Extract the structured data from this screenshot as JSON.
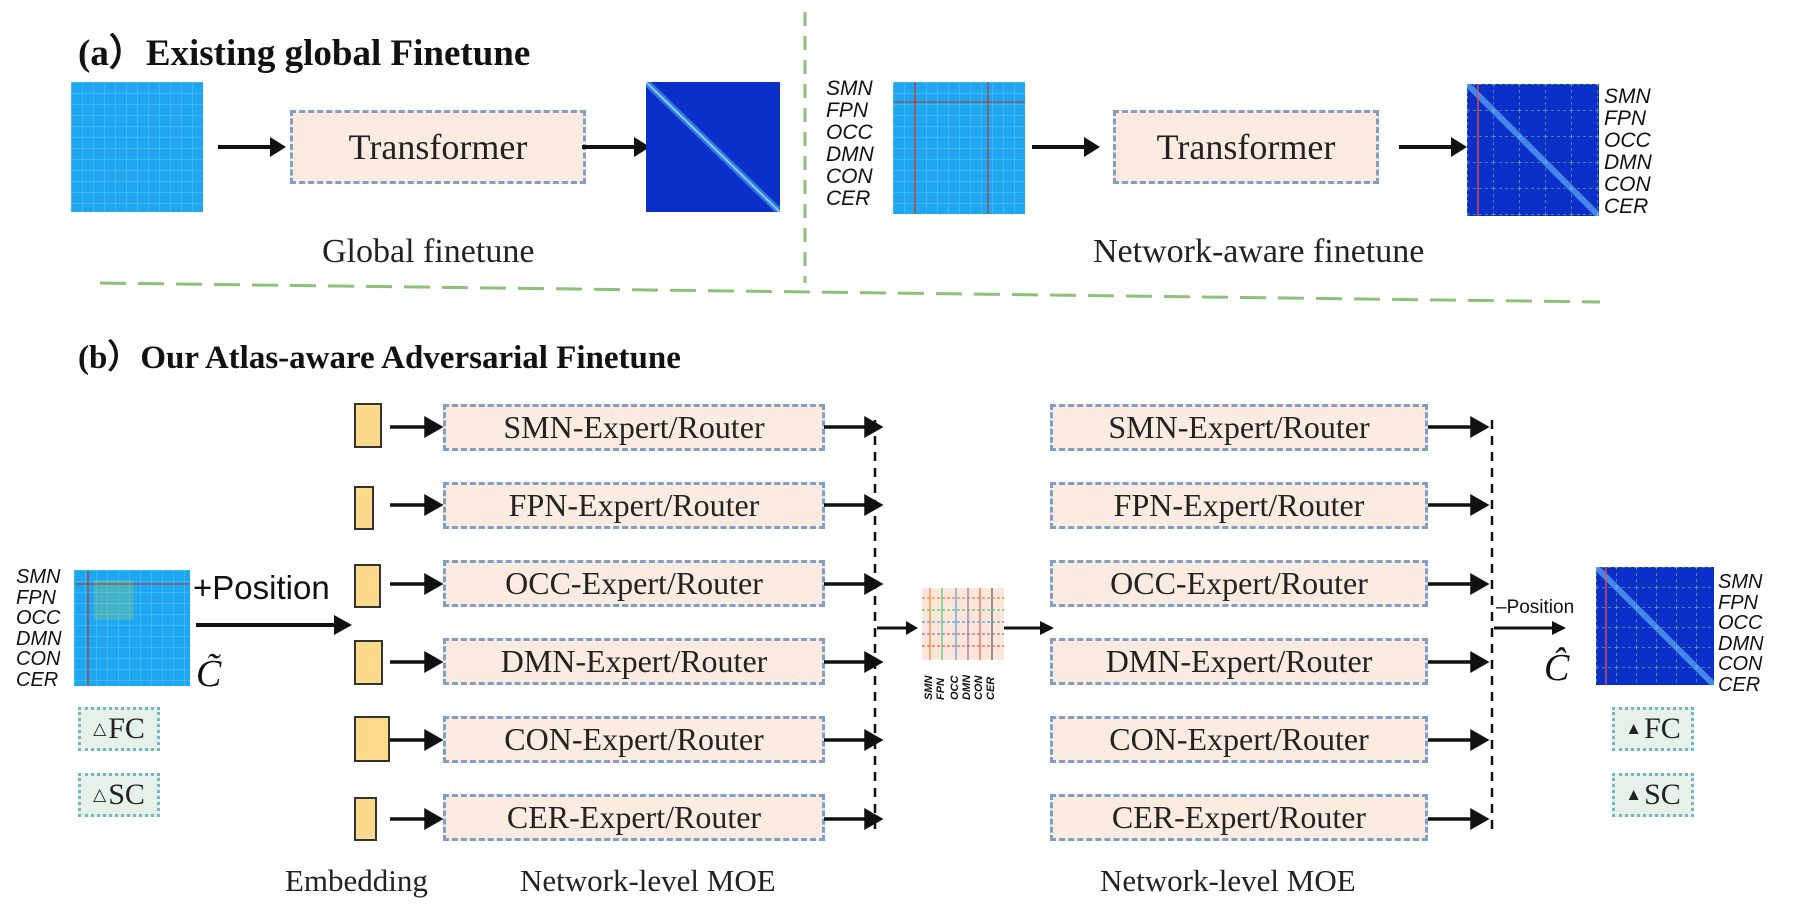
{
  "panel_a": {
    "heading": "(a）Existing global Finetune",
    "global": {
      "transformer": "Transformer",
      "caption": "Global finetune"
    },
    "network": {
      "transformer": "Transformer",
      "caption": "Network-aware finetune"
    },
    "networks": [
      "SMN",
      "FPN",
      "OCC",
      "DMN",
      "CON",
      "CER"
    ]
  },
  "panel_b": {
    "heading": "(b）Our Atlas-aware Adversarial Finetune",
    "position_label": "+Position",
    "neg_position_label": "–Position",
    "c_tilde": "C̃",
    "c_hat": "Ĉ",
    "networks": [
      "SMN",
      "FPN",
      "OCC",
      "DMN",
      "CON",
      "CER"
    ],
    "experts_left": [
      "SMN-Expert/Router",
      "FPN-Expert/Router",
      "OCC-Expert/Router",
      "DMN-Expert/Router",
      "CON-Expert/Router",
      "CER-Expert/Router"
    ],
    "experts_right": [
      "SMN-Expert/Router",
      "FPN-Expert/Router",
      "OCC-Expert/Router",
      "DMN-Expert/Router",
      "CON-Expert/Router",
      "CER-Expert/Router"
    ],
    "tags_left": [
      {
        "symbol": "△",
        "text": "FC"
      },
      {
        "symbol": "△",
        "text": "SC"
      }
    ],
    "tags_right": [
      {
        "symbol": "▲",
        "text": "FC"
      },
      {
        "symbol": "▲",
        "text": "SC"
      }
    ],
    "embedding_caption": "Embedding",
    "moe_caption_left": "Network-level MOE",
    "moe_caption_right": "Network-level MOE"
  },
  "colors": {
    "divider": "#8cc277",
    "box_fill": "#fcebe1",
    "box_border": "#7f9fc9",
    "embedding": "#fcd98b",
    "matrix_light": "#1ea6f0",
    "matrix_dark": "#0b2fc9"
  }
}
